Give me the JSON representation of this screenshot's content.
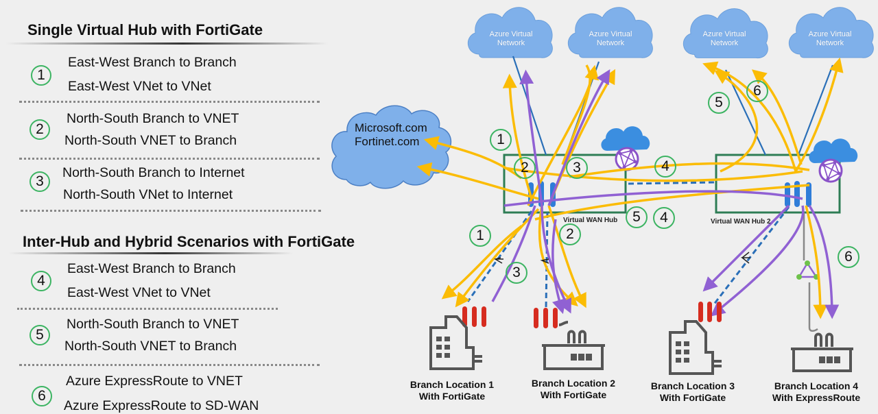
{
  "sections": [
    {
      "title": "Single Virtual Hub with FortiGate",
      "items": [
        {
          "number": "1",
          "lines": [
            "East-West Branch to Branch",
            "East-West VNet to VNet"
          ]
        },
        {
          "number": "2",
          "lines": [
            "North-South Branch to VNET",
            "North-South VNET to Branch"
          ]
        },
        {
          "number": "3",
          "lines": [
            "North-South Branch to Internet",
            "North-South VNet to Internet"
          ]
        }
      ]
    },
    {
      "title": "Inter-Hub and Hybrid Scenarios with FortiGate",
      "items": [
        {
          "number": "4",
          "lines": [
            "East-West Branch to Branch",
            "East-West VNet to VNet"
          ]
        },
        {
          "number": "5",
          "lines": [
            "North-South Branch to VNET",
            "North-South VNET to Branch"
          ]
        },
        {
          "number": "6",
          "lines": [
            "Azure ExpressRoute to VNET",
            "Azure ExpressRoute to SD-WAN"
          ]
        }
      ]
    }
  ],
  "diagram": {
    "vnets": [
      {
        "label_line1": "Azure Virtual",
        "label_line2": "Network"
      },
      {
        "label_line1": "Azure Virtual",
        "label_line2": "Network"
      },
      {
        "label_line1": "Azure Virtual",
        "label_line2": "Network"
      },
      {
        "label_line1": "Azure Virtual",
        "label_line2": "Network"
      }
    ],
    "internet": {
      "line1": "Microsoft.com",
      "line2": "Fortinet.com"
    },
    "hubs": [
      {
        "label": "Virtual WAN Hub"
      },
      {
        "label": "Virtual WAN Hub 2"
      }
    ],
    "flow_markers": [
      "1",
      "2",
      "3",
      "4",
      "1",
      "2",
      "3",
      "5",
      "4",
      "5",
      "6",
      "6"
    ],
    "branches": [
      {
        "line1": "Branch Location 1",
        "line2": "With FortiGate"
      },
      {
        "line1": "Branch Location 2",
        "line2": "With FortiGate"
      },
      {
        "line1": "Branch Location 3",
        "line2": "With FortiGate"
      },
      {
        "line1": "Branch Location 4",
        "line2": "With ExpressRoute"
      }
    ],
    "colors": {
      "background": "#efefef",
      "flow_yellow": "#fbbc05",
      "flow_purple": "#9061d3",
      "link_blue": "#2a6fb8",
      "hub_border": "#2e7d55",
      "cloud_fill": "#7fb0ea",
      "fortigate_red": "#d62c1f",
      "circle_green": "#3cb462"
    }
  }
}
